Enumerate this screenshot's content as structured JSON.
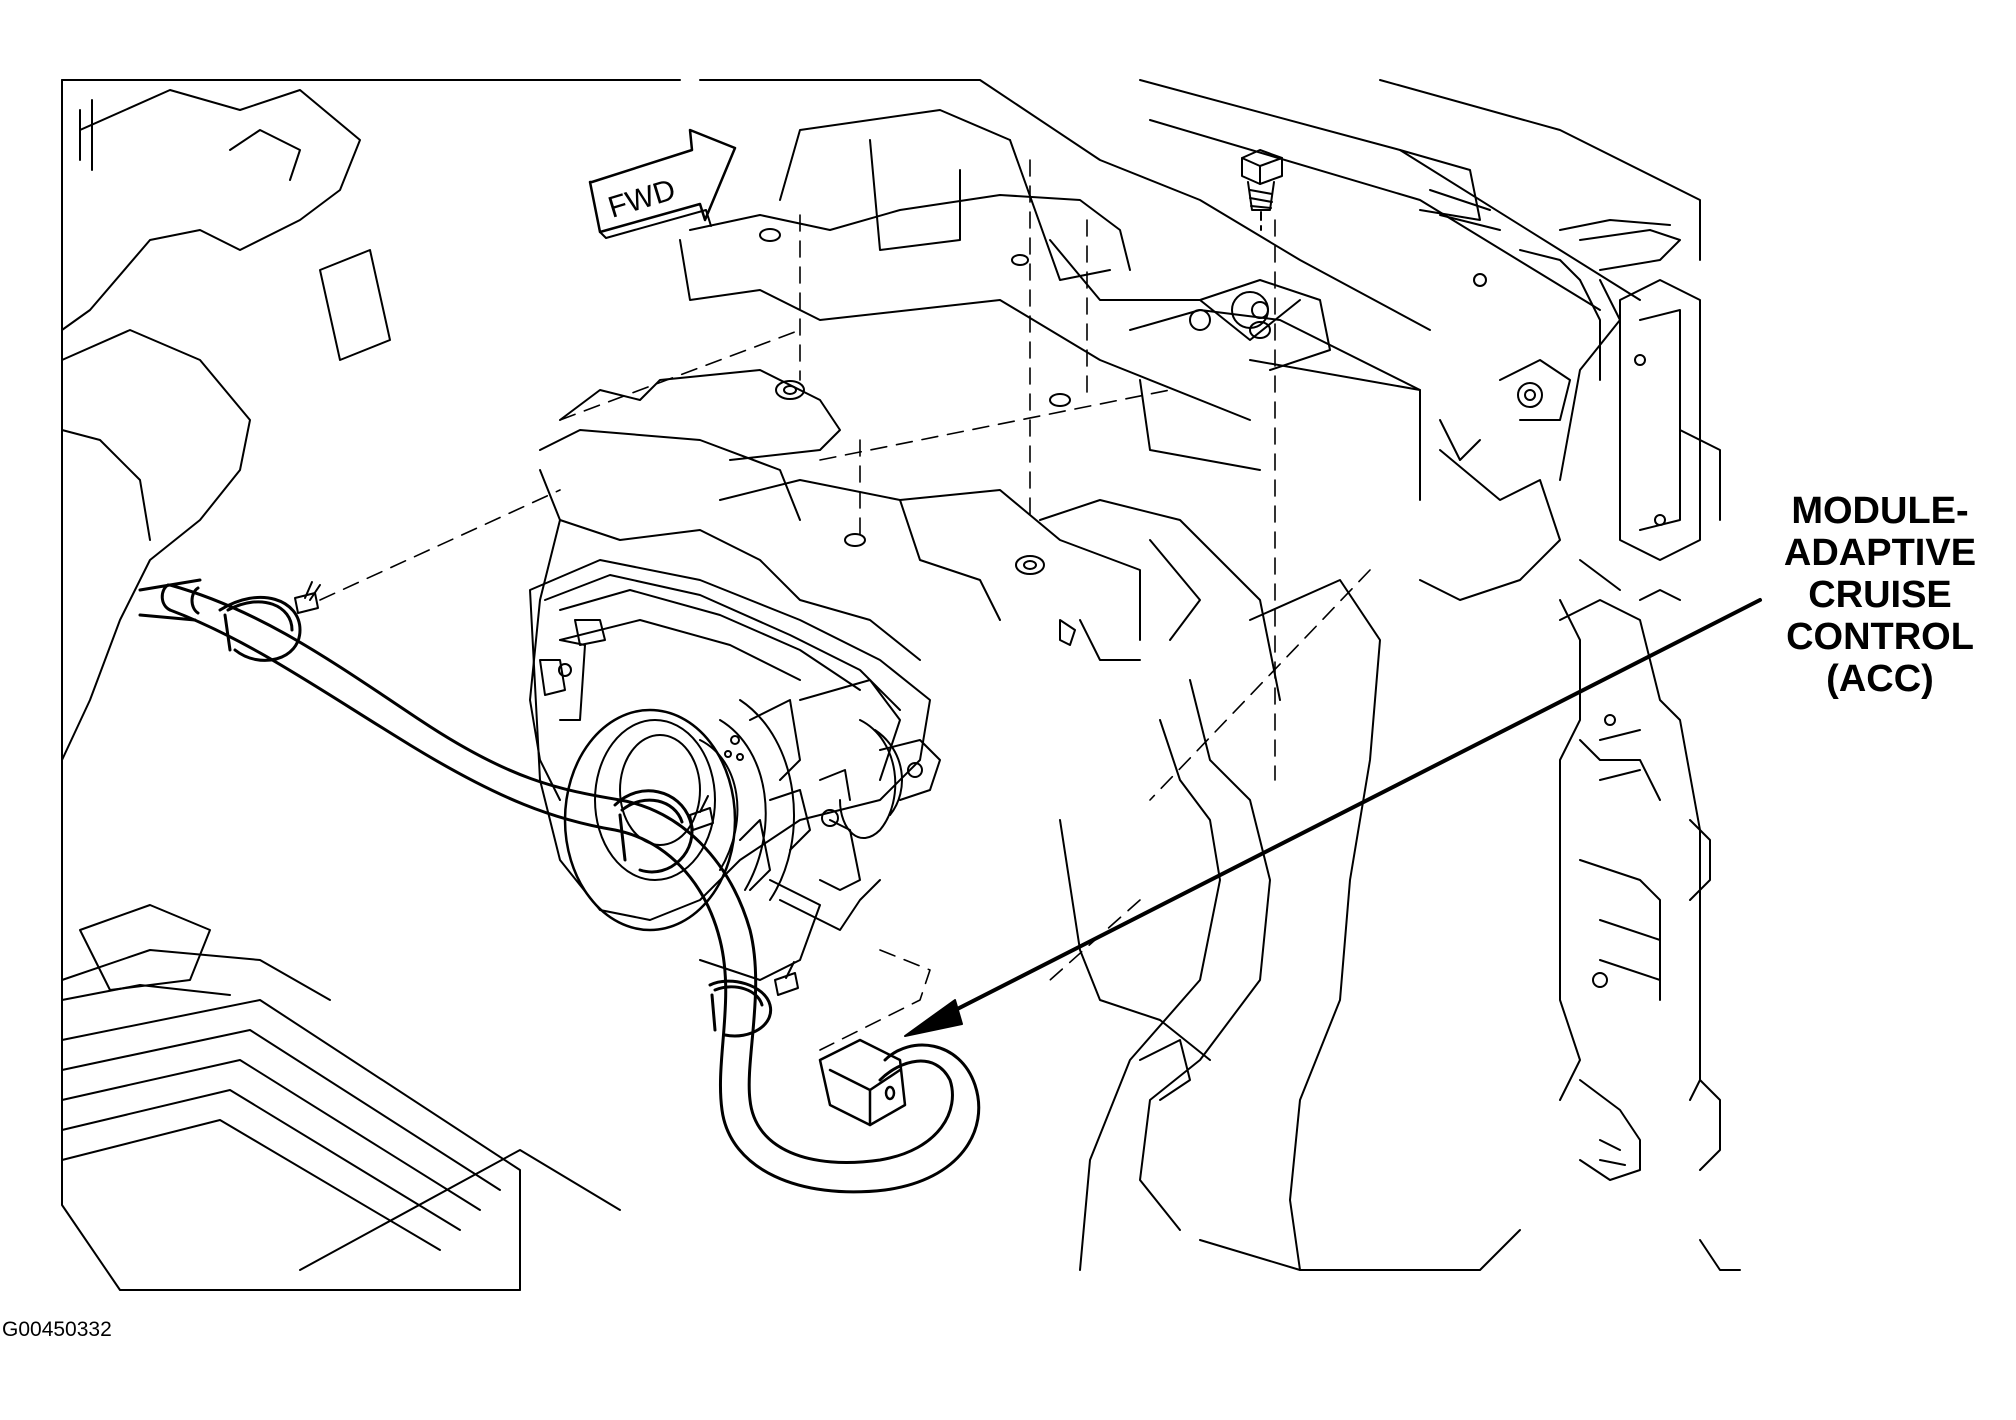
{
  "diagram": {
    "fwd_label": "FWD",
    "callout_lines": [
      "MODULE-",
      "ADAPTIVE",
      "CRUISE",
      "CONTROL",
      "(ACC)"
    ],
    "figure_id": "G00450332"
  },
  "colors": {
    "ink": "#000000",
    "paper": "#ffffff"
  }
}
